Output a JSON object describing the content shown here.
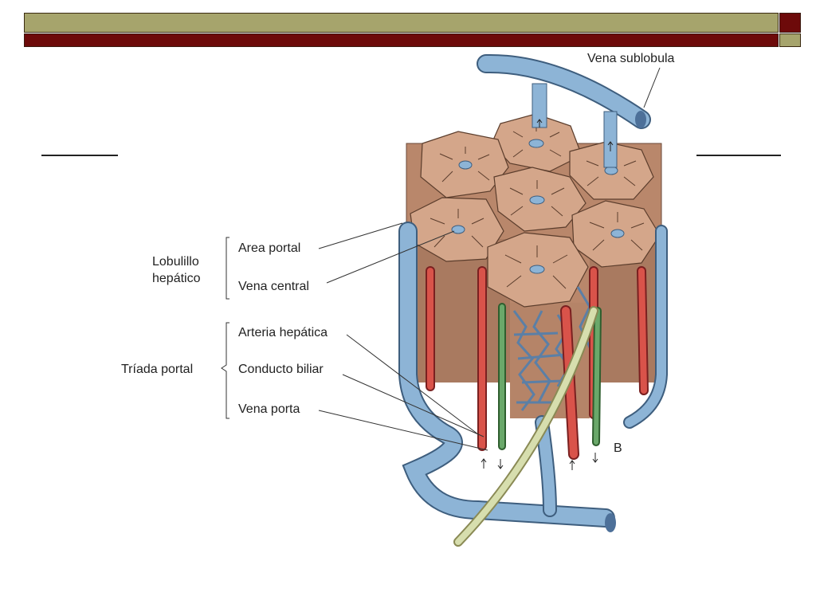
{
  "slide": {
    "colors": {
      "olive": "#a6a46c",
      "maroon": "#6d0a0a",
      "hepatocyte": "#c8987a",
      "vein": "#8db4d6",
      "artery": "#d9534a",
      "bile": "#6aa86a"
    }
  },
  "diagram": {
    "vena_sublobula": "Vena sublobula",
    "lobulillo_group": {
      "line1": "Lobulillo",
      "line2": "hepático"
    },
    "area_portal": "Area portal",
    "vena_central": "Vena central",
    "triada_group": "Tríada portal",
    "arteria_hepatica": "Arteria hepática",
    "conducto_biliar": "Conducto biliar",
    "vena_porta": "Vena porta",
    "panel_letter": "B"
  }
}
